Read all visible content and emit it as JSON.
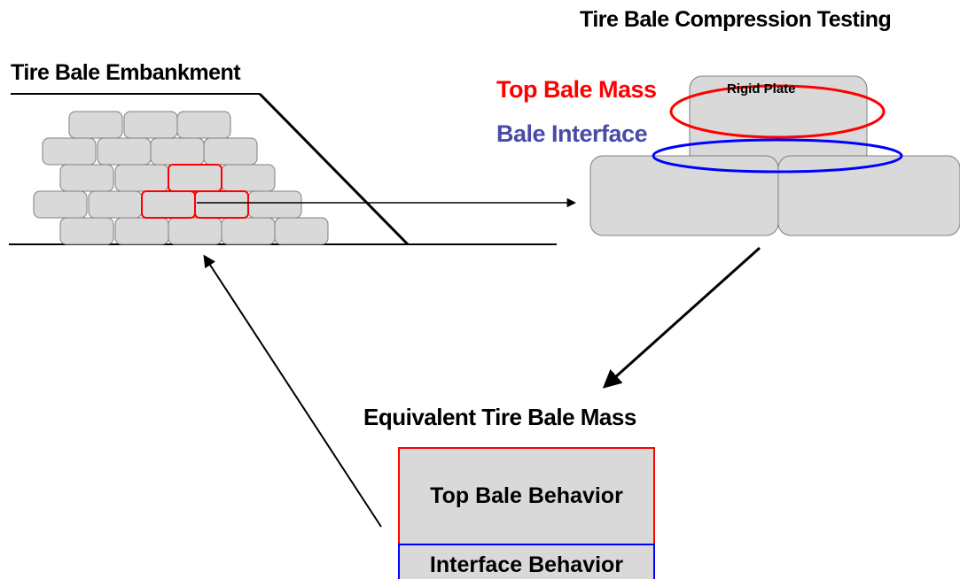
{
  "embankment": {
    "title": "Tire Bale Embankment"
  },
  "testing": {
    "title": "Tire Bale Compression Testing",
    "plate_label": "Rigid Plate",
    "top_mass_label": "Top Bale Mass",
    "interface_label": "Bale Interface"
  },
  "equivalent": {
    "title": "Equivalent Tire Bale Mass",
    "top_behavior": "Top Bale Behavior",
    "interface_behavior": "Interface Behavior"
  },
  "colors": {
    "bale_fill": "#d9d9d9",
    "bale_stroke": "#7f7f7f",
    "top_mass": "#ff0000",
    "interface": "#0000ff",
    "interface_text": "#4a4aa8",
    "line": "#000000"
  }
}
